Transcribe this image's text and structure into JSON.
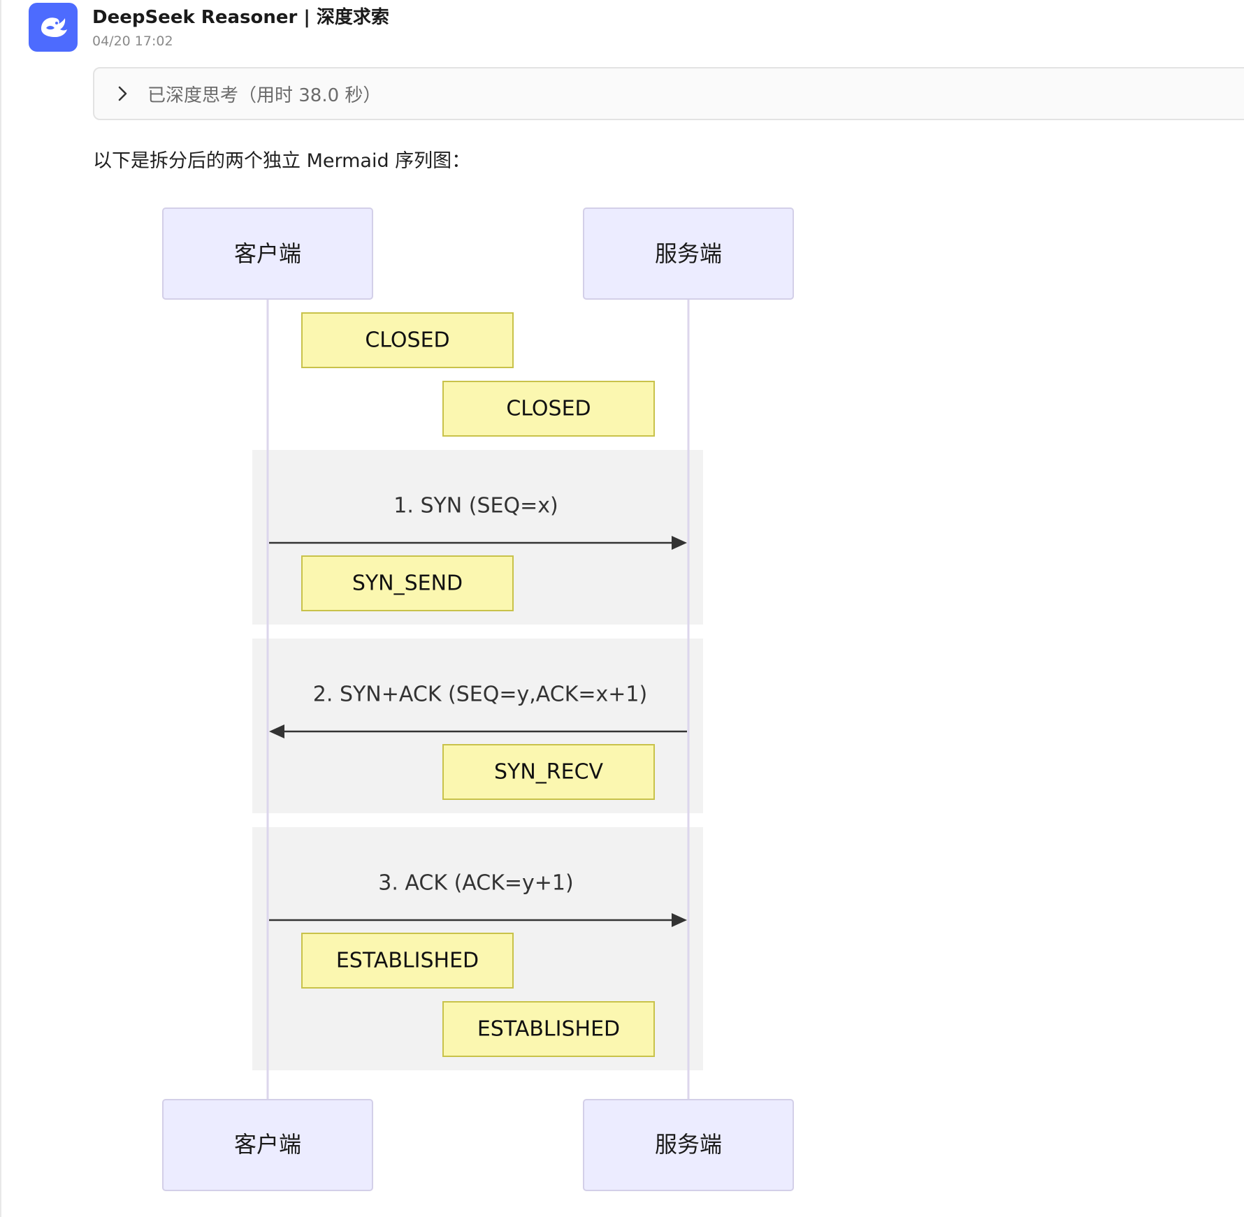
{
  "message": {
    "sender": "DeepSeek Reasoner | 深度求索",
    "time": "04/20 17:02",
    "avatar_icon": "deepseek-whale-icon",
    "brand_color": "#4d6bfe"
  },
  "thinking": {
    "label": "已深度思考（用时 38.0 秒）",
    "icon": "chevron-right-icon"
  },
  "intro": "以下是拆分后的两个独立 Mermaid 序列图：",
  "diagram": {
    "type": "sequence",
    "participants": [
      "客户端",
      "服务端"
    ],
    "notes_initial": [
      "CLOSED",
      "CLOSED"
    ],
    "steps": [
      {
        "message": "1. SYN (SEQ=x)",
        "direction": "client-to-server",
        "notes": [
          "SYN_SEND"
        ]
      },
      {
        "message": "2. SYN+ACK (SEQ=y,ACK=x+1)",
        "direction": "server-to-client",
        "notes": [
          "SYN_RECV"
        ]
      },
      {
        "message": "3. ACK (ACK=y+1)",
        "direction": "client-to-server",
        "notes": [
          "ESTABLISHED",
          "ESTABLISHED"
        ]
      }
    ],
    "colors": {
      "actor_fill": "#ececff",
      "actor_stroke": "#d3cfe8",
      "lifeline": "#dcd6ec",
      "note_fill": "#fbf7b0",
      "note_stroke": "#c8c24a",
      "block_fill": "#f2f2f2",
      "arrow": "#333333"
    }
  }
}
